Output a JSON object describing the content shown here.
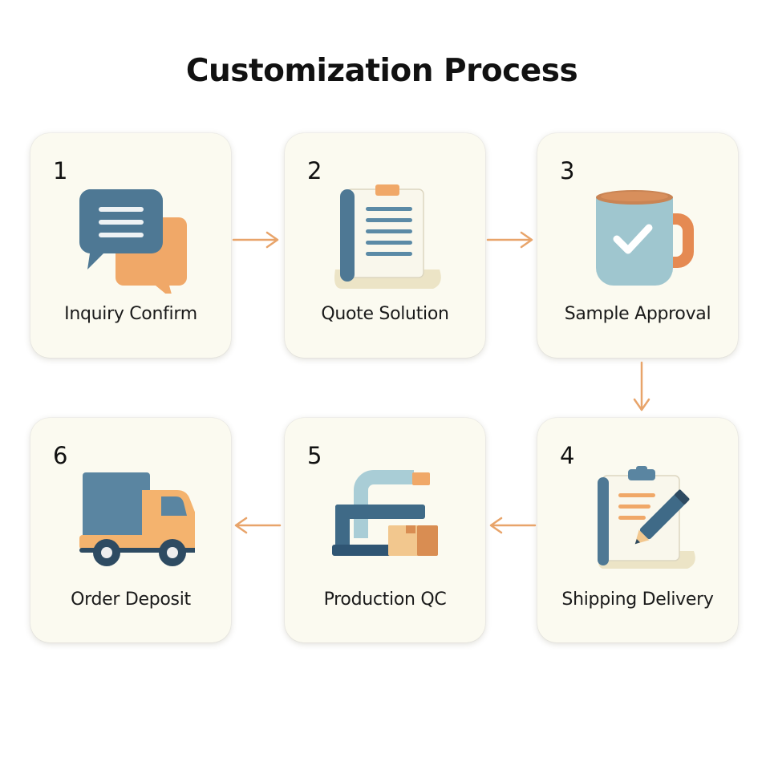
{
  "title": "Customization Process",
  "steps": [
    {
      "number": "1",
      "label": "Inquiry Confirm",
      "icon": "chat-bubbles-icon"
    },
    {
      "number": "2",
      "label": "Quote Solution",
      "icon": "document-scroll-icon"
    },
    {
      "number": "3",
      "label": "Sample Approval",
      "icon": "mug-check-icon"
    },
    {
      "number": "4",
      "label": "Shipping Delivery",
      "icon": "clipboard-pencil-icon"
    },
    {
      "number": "5",
      "label": "Production QC",
      "icon": "machine-box-icon"
    },
    {
      "number": "6",
      "label": "Order Deposit",
      "icon": "truck-icon"
    }
  ],
  "colors": {
    "card_bg": "#fbfaf0",
    "steel_blue": "#4e7894",
    "orange": "#f0a868",
    "arrow": "#e8a46a",
    "cream": "#f1ebd5"
  }
}
